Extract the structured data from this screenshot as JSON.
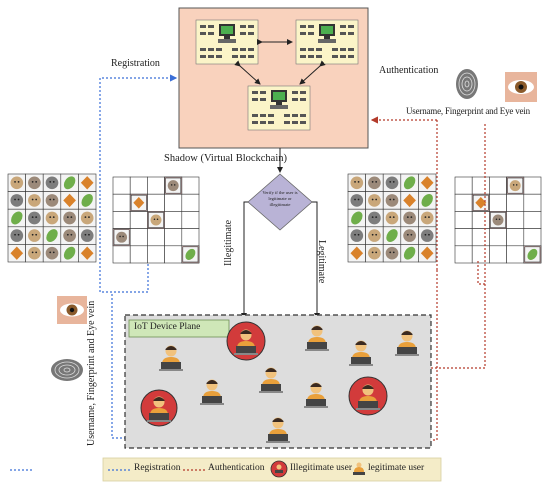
{
  "labels": {
    "registration": "Registration",
    "authentication": "Authentication",
    "shadow": "Shadow (Virtual Blockchain)",
    "verify": "Verify if the user is legitimate or illegitimate",
    "illegitimate": "Illegitimate",
    "legitimate": "Legitimate",
    "iot_plane": "IoT Device Plane",
    "bio_right": "Username, Fingerprint and Eye vein",
    "bio_left": "Username, Fingerprint and Eye vein"
  },
  "legend": {
    "registration": "Registration",
    "authentication": "Authentication",
    "illegitimate": "Illegitimate user",
    "legitimate": "legitimate user"
  },
  "colors": {
    "registration_line": "#3a6fd8",
    "authentication_line": "#b33a2a",
    "blockchain_bg": "#f9d2bd",
    "iot_bg": "#dddddd",
    "illegitimate_ring": "#d23b3b",
    "diamond": "#b9b3d6"
  },
  "icons": {
    "node": "computer-node-icon",
    "fingerprint": "fingerprint-icon",
    "eye": "eye-icon",
    "user": "user-at-laptop-icon"
  }
}
